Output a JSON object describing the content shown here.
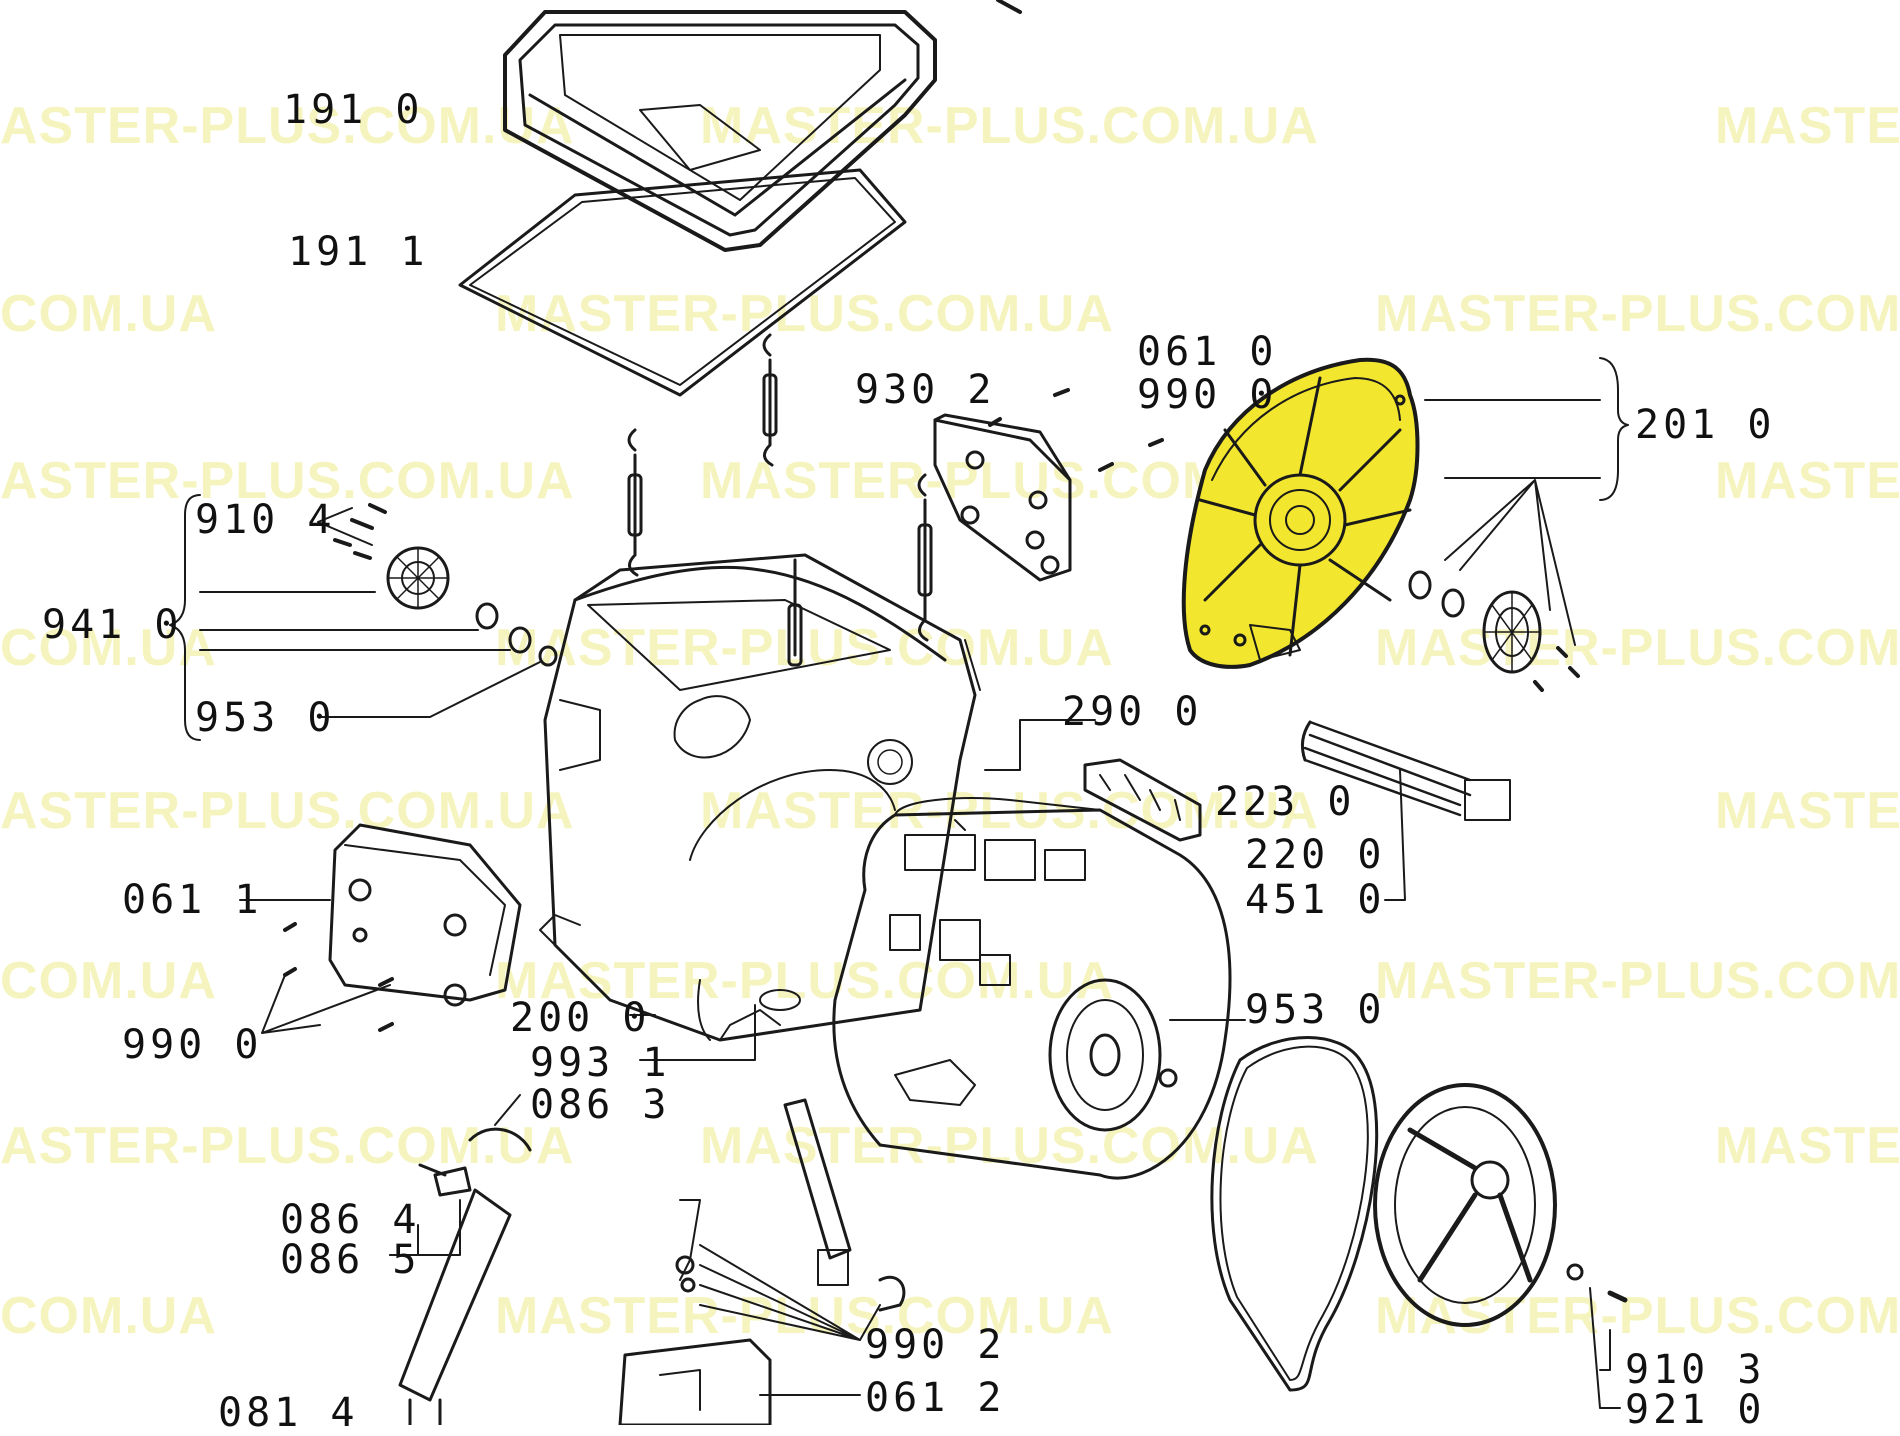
{
  "watermark": {
    "text": "MASTER-PLUS.COM.UA",
    "text_short": "COM.UA",
    "text_cut_left": "ASTER-PLUS.COM.UA",
    "text_cut_right": "MASTE",
    "text_cut_right2": "MASTER-PLUS.COM"
  },
  "highlight_color": "#f2e62e",
  "parts": {
    "p1910": "191 0",
    "p1911": "191 1",
    "p9302": "930 2",
    "p0610": "061 0",
    "p9900a": "990 0",
    "p2010": "201 0",
    "p9104": "910 4",
    "p9410": "941 0",
    "p9530a": "953 0",
    "p2900": "290 0",
    "p2230": "223 0",
    "p2200": "220 0",
    "p4510": "451 0",
    "p0611": "061 1",
    "p9900b": "990 0",
    "p2000": "200 0",
    "p9931": "993 1",
    "p0863": "086 3",
    "p9530b": "953 0",
    "p0864": "086 4",
    "p0865": "086 5",
    "p9902": "990 2",
    "p0612": "061 2",
    "p0814": "081 4",
    "p9103": "910 3",
    "p9210": "921 0"
  }
}
